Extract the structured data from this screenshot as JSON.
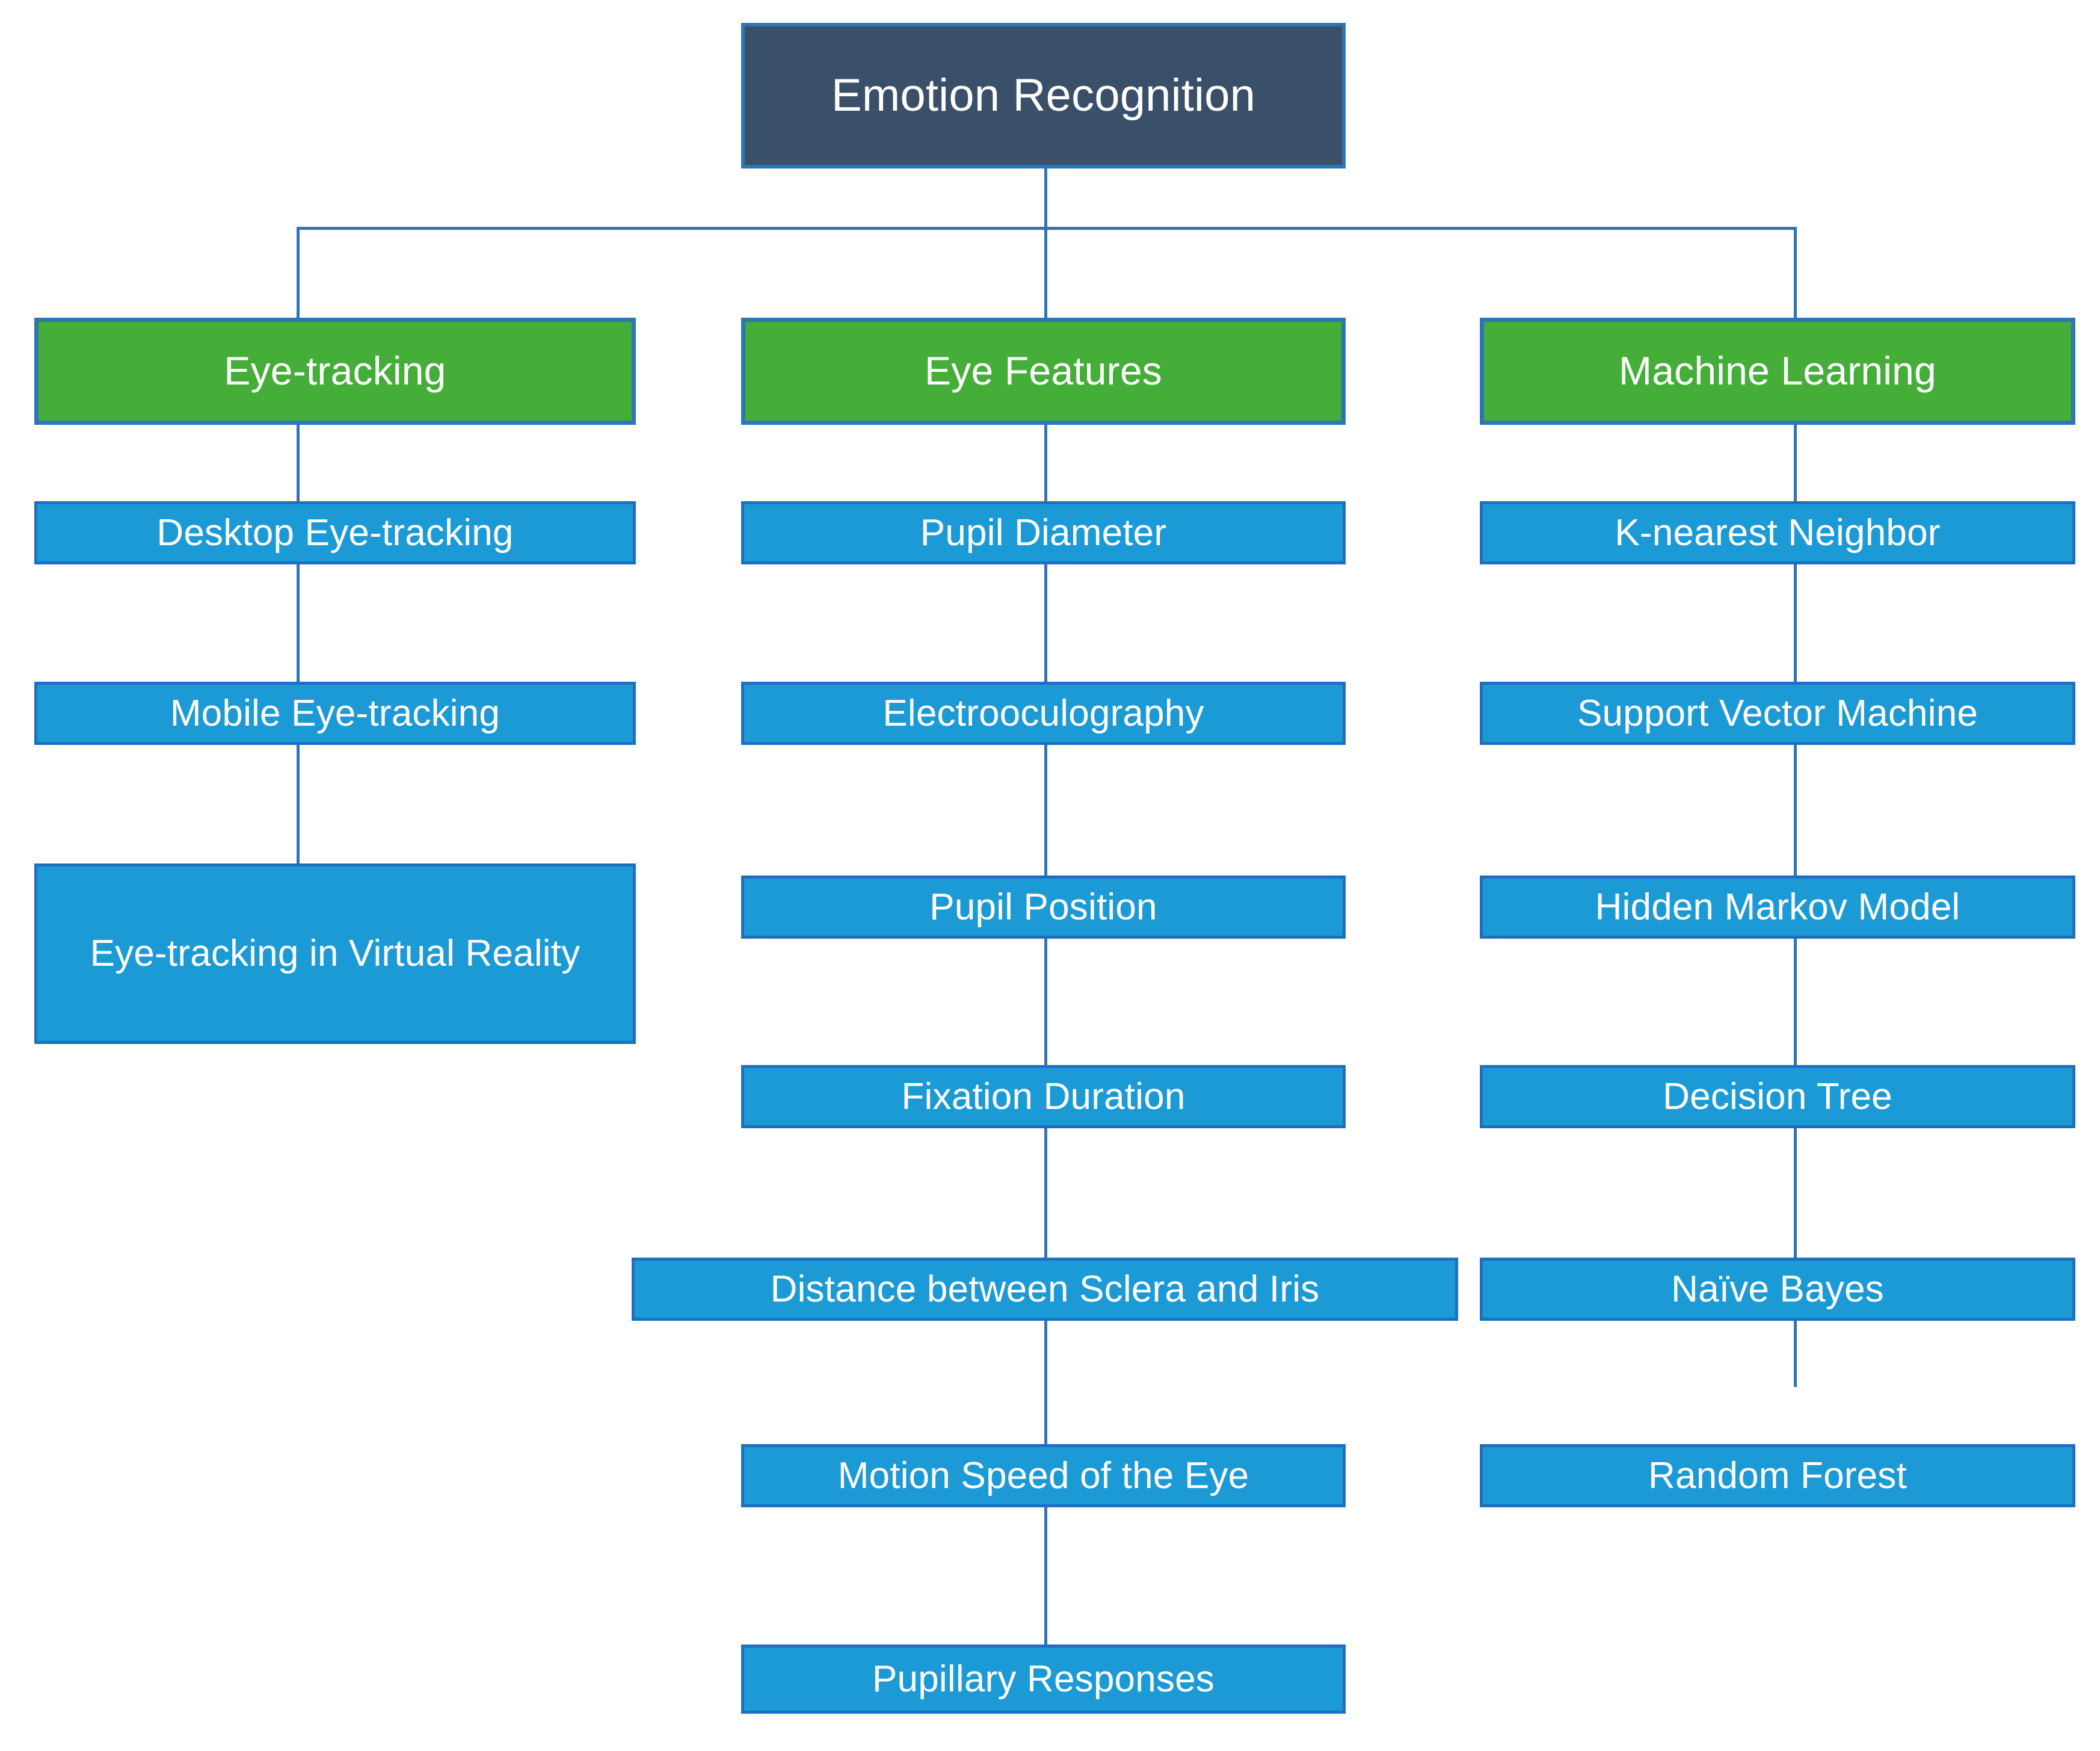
{
  "diagram": {
    "title": "Emotion Recognition",
    "type": "hierarchy-tree",
    "colors": {
      "root_fill": "#3A5069",
      "category_fill": "#44AE39",
      "leaf_fill": "#1C9AD6",
      "border_blue": "#2E75B6",
      "leaf_border": "#1F6FBF",
      "text": "#FFFFFF",
      "background": "#FFFFFF"
    },
    "root": {
      "label": "Emotion Recognition"
    },
    "branches": [
      {
        "label": "Eye-tracking",
        "children": [
          {
            "label": "Desktop Eye-tracking"
          },
          {
            "label": "Mobile Eye-tracking"
          },
          {
            "label": "Eye-tracking in Virtual Reality"
          }
        ]
      },
      {
        "label": "Eye Features",
        "children": [
          {
            "label": "Pupil Diameter"
          },
          {
            "label": "Electrooculography"
          },
          {
            "label": "Pupil Position"
          },
          {
            "label": "Fixation Duration"
          },
          {
            "label": "Distance between Sclera and Iris"
          },
          {
            "label": "Motion Speed of the Eye"
          },
          {
            "label": "Pupillary Responses"
          }
        ]
      },
      {
        "label": "Machine Learning",
        "children": [
          {
            "label": "K-nearest Neighbor"
          },
          {
            "label": "Support Vector Machine"
          },
          {
            "label": "Hidden Markov Model"
          },
          {
            "label": "Decision Tree"
          },
          {
            "label": "Naïve Bayes"
          },
          {
            "label": "Random Forest"
          }
        ]
      }
    ]
  }
}
